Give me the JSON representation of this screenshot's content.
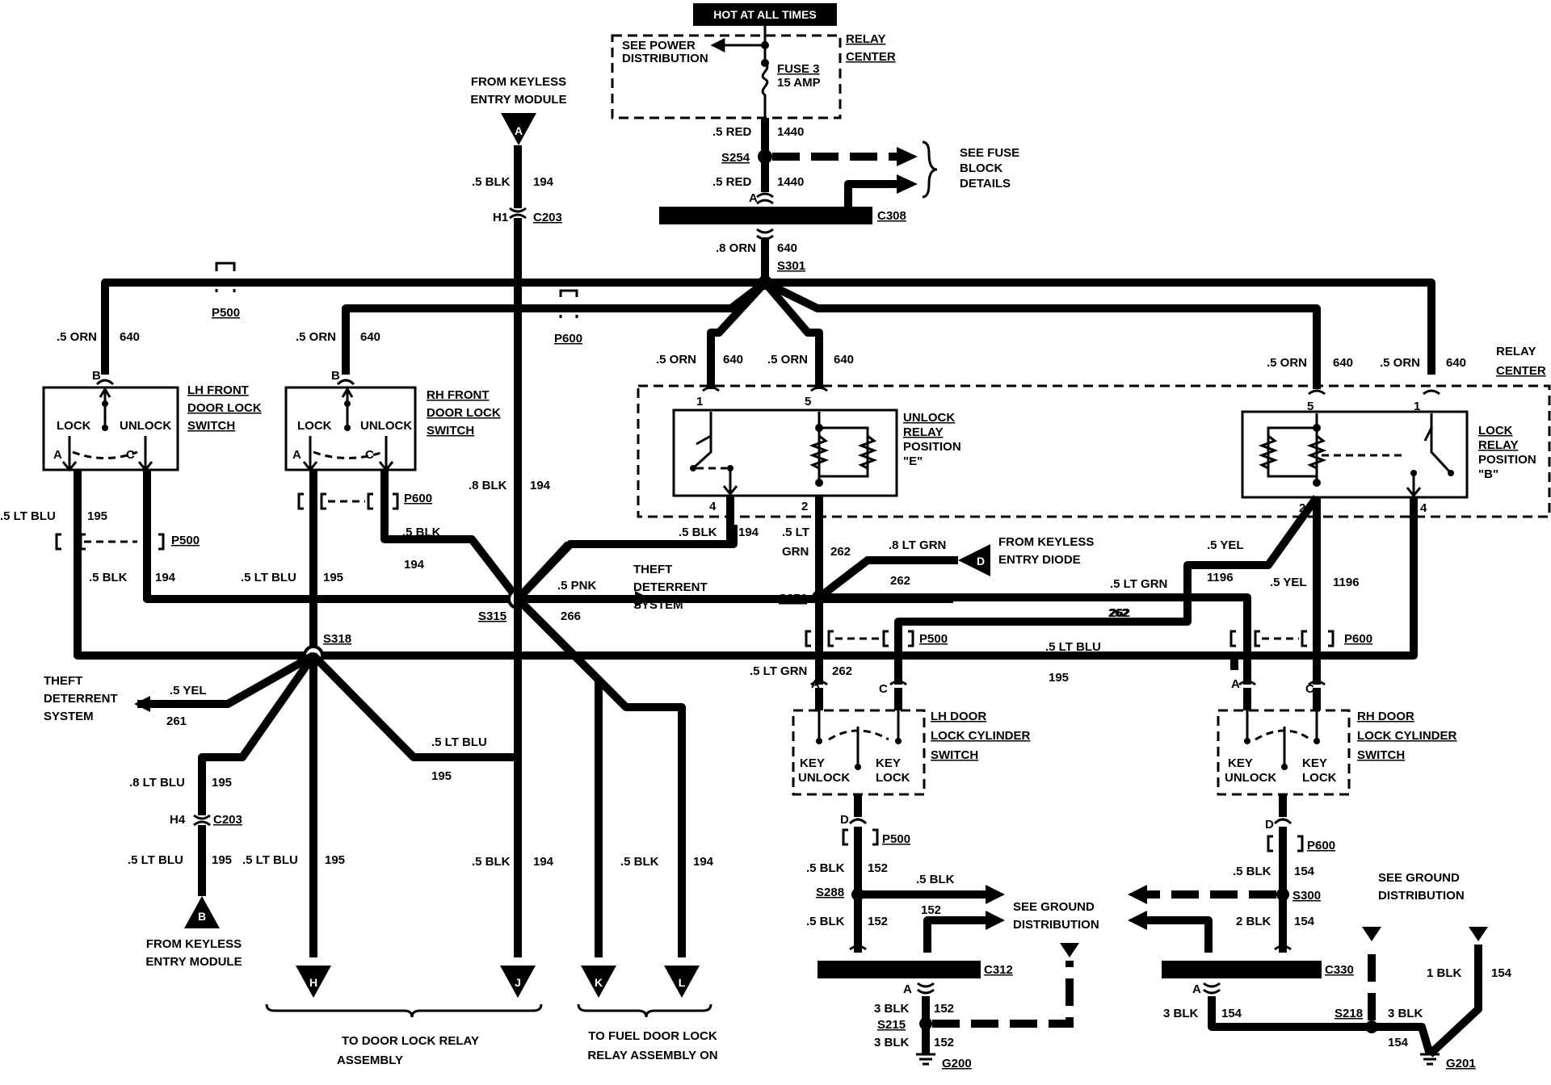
{
  "power": {
    "hot": "HOT AT ALL TIMES",
    "see_power_1": "SEE POWER",
    "see_power_2": "DISTRIBUTION",
    "fuse": "FUSE 3",
    "fuse_amp": "15 AMP",
    "relay_center_1": "RELAY",
    "relay_center_2": "CENTER"
  },
  "keyless": {
    "from_1": "FROM KEYLESS",
    "from_2": "ENTRY MODULE",
    "conn_a": "A",
    "conn_b": "B"
  },
  "wires": {
    "red_05": ".5 RED",
    "n1440": "1440",
    "blk_05": ".5 BLK",
    "n194": "194",
    "orn_08": ".8 ORN",
    "orn_05": ".5 ORN",
    "n640": "640",
    "ltblu_05": ".5 LT BLU",
    "n195": "195",
    "blk_08": ".8 BLK",
    "pnk_05": ".5 PNK",
    "n266": "266",
    "yel_05": ".5 YEL",
    "n261": "261",
    "ltblu_08": ".8 LT BLU",
    "ltgrn_05": ".5 LT GRN",
    "n262": "262",
    "ltgrn_08": ".8 LT GRN",
    "lt_05": ".5 LT",
    "grn": "GRN",
    "n1196": "1196",
    "n152": "152",
    "n154": "154",
    "blk_3": "3 BLK",
    "blk_2": "2 BLK",
    "blk_1": "1 BLK"
  },
  "conn": {
    "c203": "C203",
    "h1": "H1",
    "h4": "H4",
    "c308": "C308",
    "p500": "P500",
    "p600": "P600",
    "c312": "C312",
    "c330": "C330",
    "pa": "A",
    "pb": "B",
    "pc": "C",
    "pd": "D",
    "p1": "1",
    "p2": "2",
    "p4": "4",
    "p5": "5"
  },
  "splices": {
    "s254": "S254",
    "s301": "S301",
    "s315": "S315",
    "s318": "S318",
    "s276": "S276",
    "s288": "S288",
    "s300": "S300",
    "s215": "S215",
    "s218": "S218"
  },
  "grounds": {
    "g200": "G200",
    "g201": "G201"
  },
  "fuse_block": {
    "l1": "SEE FUSE",
    "l2": "BLOCK",
    "l3": "DETAILS"
  },
  "switches": {
    "lh_1": "LH FRONT",
    "lh_2": "DOOR LOCK",
    "lh_3": "SWITCH",
    "rh_1": "RH FRONT",
    "rh_2": "DOOR LOCK",
    "rh_3": "SWITCH",
    "lock": "LOCK",
    "unlock": "UNLOCK",
    "lhc_1": "LH DOOR",
    "lhc_2": "LOCK CYLINDER",
    "lhc_3": "SWITCH",
    "rhc_1": "RH DOOR",
    "rhc_2": "LOCK CYLINDER",
    "rhc_3": "SWITCH",
    "key": "KEY",
    "key_unlock": "UNLOCK",
    "key_lock": "LOCK"
  },
  "relays": {
    "unlock_1": "UNLOCK",
    "unlock_2": "RELAY",
    "unlock_3": "POSITION",
    "unlock_4": "\"E\"",
    "lock_1": "LOCK",
    "lock_2": "RELAY",
    "lock_3": "POSITION",
    "lock_4": "\"B\"",
    "center_1": "RELAY",
    "center_2": "CENTER"
  },
  "theft": {
    "l1": "THEFT",
    "l2": "DETERRENT",
    "l3": "SYSTEM"
  },
  "diode": {
    "l1": "FROM KEYLESS",
    "l2": "ENTRY DIODE",
    "conn": "D"
  },
  "ground_dist": {
    "l1": "SEE GROUND",
    "l2": "DISTRIBUTION"
  },
  "outputs": {
    "h": "H",
    "j": "J",
    "k": "K",
    "l": "L",
    "door_1": "TO DOOR LOCK RELAY",
    "door_2": "ASSEMBLY",
    "fuel_1": "TO FUEL DOOR LOCK",
    "fuel_2": "RELAY ASSEMBLY ON"
  }
}
